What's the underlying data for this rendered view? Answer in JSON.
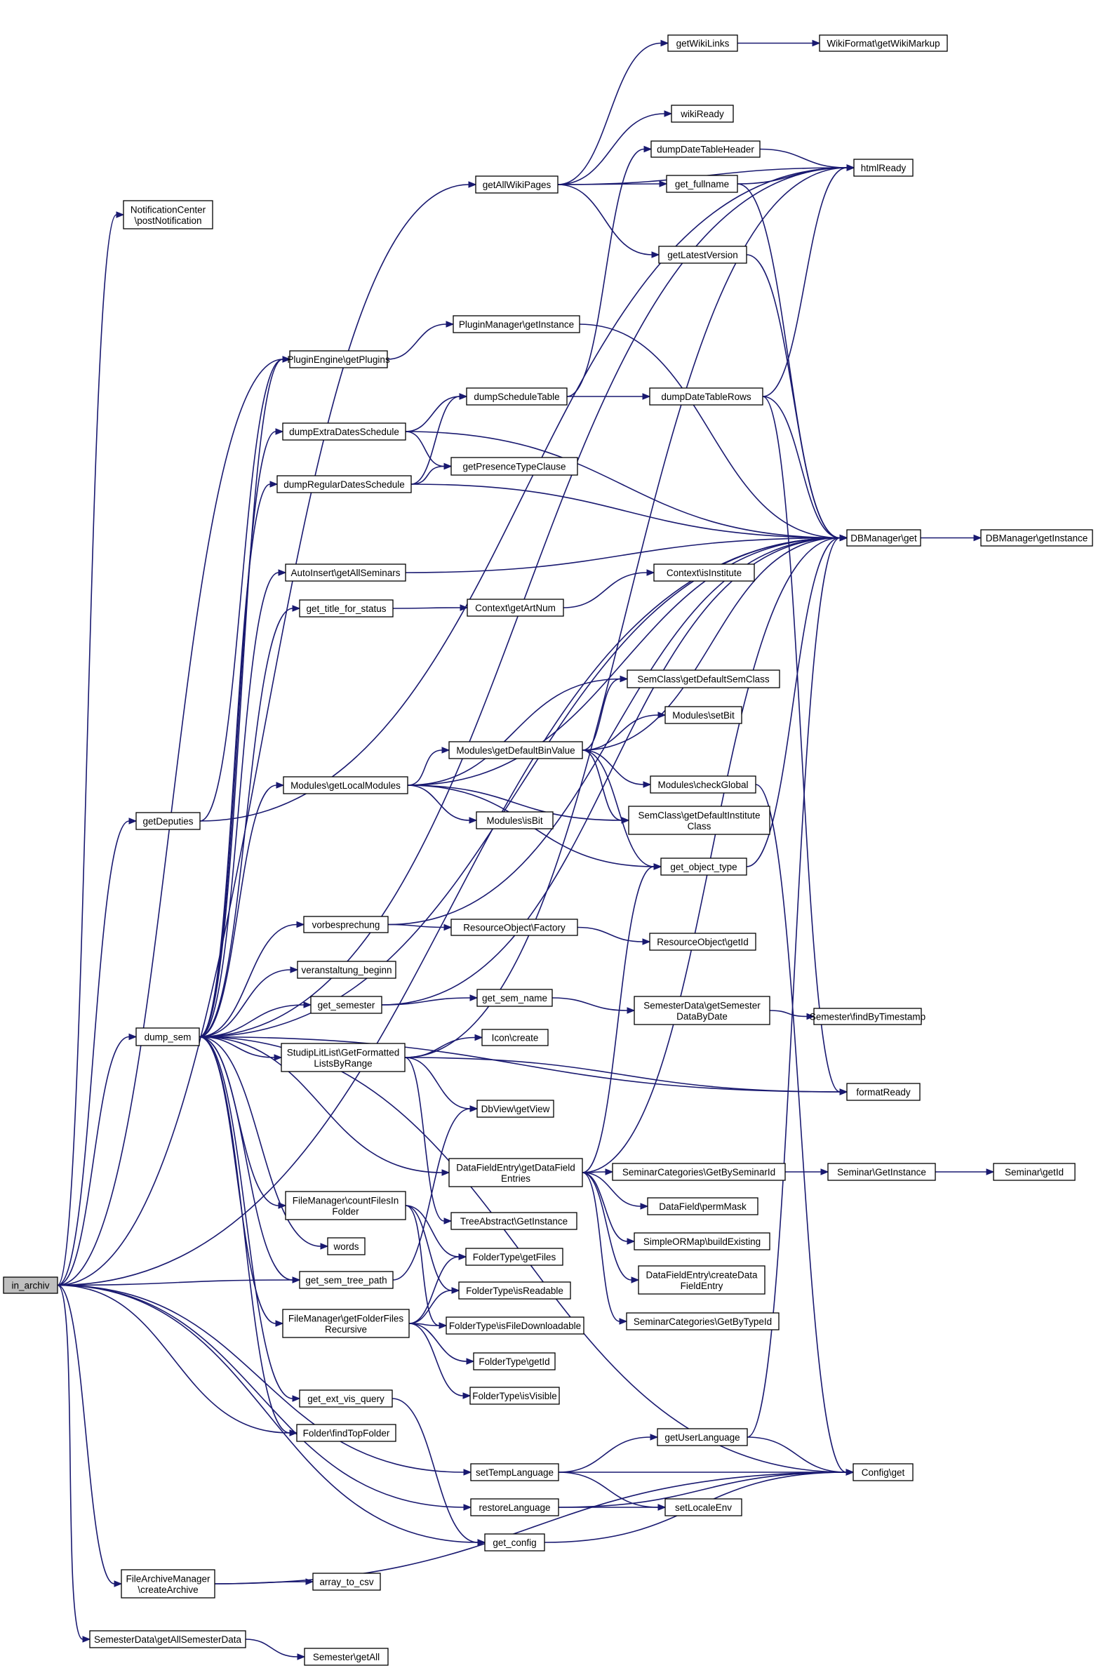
{
  "colors": {
    "edge": "#191970",
    "node_border": "#000000",
    "root_fill": "#bfbfbf",
    "background": "#ffffff"
  },
  "nodes": [
    {
      "id": "in_archiv",
      "label": "in_archiv",
      "root": true
    },
    {
      "id": "notificationcenter",
      "label": "NotificationCenter\n\\postNotification"
    },
    {
      "id": "getallwikipages",
      "label": "getAllWikiPages"
    },
    {
      "id": "getwikilinks",
      "label": "getWikiLinks"
    },
    {
      "id": "wikiformat",
      "label": "WikiFormat\\getWikiMarkup"
    },
    {
      "id": "wikiready",
      "label": "wikiReady"
    },
    {
      "id": "dumpdatetableheader",
      "label": "dumpDateTableHeader"
    },
    {
      "id": "htmlready",
      "label": "htmlReady"
    },
    {
      "id": "get_fullname",
      "label": "get_fullname"
    },
    {
      "id": "getlatestversion",
      "label": "getLatestVersion"
    },
    {
      "id": "pluginmanager",
      "label": "PluginManager\\getInstance"
    },
    {
      "id": "pluginengine",
      "label": "PluginEngine\\getPlugins"
    },
    {
      "id": "dumpscheduletable",
      "label": "dumpScheduleTable"
    },
    {
      "id": "dumpdatetablerows",
      "label": "dumpDateTableRows"
    },
    {
      "id": "dumpextradates",
      "label": "dumpExtraDatesSchedule"
    },
    {
      "id": "getpresencetype",
      "label": "getPresenceTypeClause"
    },
    {
      "id": "dumpregulardates",
      "label": "dumpRegularDatesSchedule"
    },
    {
      "id": "dbmanager_get",
      "label": "DBManager\\get"
    },
    {
      "id": "dbmanager_getinstance",
      "label": "DBManager\\getInstance"
    },
    {
      "id": "autoinsert",
      "label": "AutoInsert\\getAllSeminars"
    },
    {
      "id": "context_isinstitute",
      "label": "Context\\isInstitute"
    },
    {
      "id": "get_title_for_status",
      "label": "get_title_for_status"
    },
    {
      "id": "context_getartnum",
      "label": "Context\\getArtNum"
    },
    {
      "id": "semclass_getdefaultsemclass",
      "label": "SemClass\\getDefaultSemClass"
    },
    {
      "id": "modules_setbit",
      "label": "Modules\\setBit"
    },
    {
      "id": "modules_getdefaultbinvalue",
      "label": "Modules\\getDefaultBinValue"
    },
    {
      "id": "modules_getlocalmodules",
      "label": "Modules\\getLocalModules"
    },
    {
      "id": "modules_checkglobal",
      "label": "Modules\\checkGlobal"
    },
    {
      "id": "getdeputies",
      "label": "getDeputies"
    },
    {
      "id": "modules_isbit",
      "label": "Modules\\isBit"
    },
    {
      "id": "semclass_getdefaultinstitute",
      "label": "SemClass\\getDefaultInstitute\nClass"
    },
    {
      "id": "get_object_type",
      "label": "get_object_type"
    },
    {
      "id": "vorbesprechung",
      "label": "vorbesprechung"
    },
    {
      "id": "resourceobject_factory",
      "label": "ResourceObject\\Factory"
    },
    {
      "id": "resourceobject_getid",
      "label": "ResourceObject\\getId"
    },
    {
      "id": "veranstaltung_beginn",
      "label": "veranstaltung_beginn"
    },
    {
      "id": "get_semester",
      "label": "get_semester"
    },
    {
      "id": "get_sem_name",
      "label": "get_sem_name"
    },
    {
      "id": "semesterdata_getsemester",
      "label": "SemesterData\\getSemester\nDataByDate"
    },
    {
      "id": "semester_findbytimestamp",
      "label": "Semester\\findByTimestamp"
    },
    {
      "id": "dump_sem",
      "label": "dump_sem"
    },
    {
      "id": "icon_create",
      "label": "Icon\\create"
    },
    {
      "id": "studiplitlist",
      "label": "StudipLitList\\GetFormatted\nListsByRange"
    },
    {
      "id": "formatready",
      "label": "formatReady"
    },
    {
      "id": "dbview_getview",
      "label": "DbView\\getView"
    },
    {
      "id": "datafieldentry_getdatafield",
      "label": "DataFieldEntry\\getDataField\nEntries"
    },
    {
      "id": "seminarcategories_getbyseminarid",
      "label": "SeminarCategories\\GetBySeminarId"
    },
    {
      "id": "seminar_getinstance",
      "label": "Seminar\\GetInstance"
    },
    {
      "id": "seminar_getid",
      "label": "Seminar\\getId"
    },
    {
      "id": "filemanager_countfiles",
      "label": "FileManager\\countFilesIn\nFolder"
    },
    {
      "id": "datafield_permmask",
      "label": "DataField\\permMask"
    },
    {
      "id": "treeabstract_getinstance",
      "label": "TreeAbstract\\GetInstance"
    },
    {
      "id": "simpleormap_buildexisting",
      "label": "SimpleORMap\\buildExisting"
    },
    {
      "id": "words",
      "label": "words"
    },
    {
      "id": "foldertype_getfiles",
      "label": "FolderType\\getFiles"
    },
    {
      "id": "datafieldentry_createdatafield",
      "label": "DataFieldEntry\\createData\nFieldEntry"
    },
    {
      "id": "get_sem_tree_path",
      "label": "get_sem_tree_path"
    },
    {
      "id": "foldertype_isreadable",
      "label": "FolderType\\isReadable"
    },
    {
      "id": "seminarcategories_getbytypeid",
      "label": "SeminarCategories\\GetByTypeId"
    },
    {
      "id": "filemanager_getfolderfiles",
      "label": "FileManager\\getFolderFiles\nRecursive"
    },
    {
      "id": "foldertype_isfiledownloadable",
      "label": "FolderType\\isFileDownloadable"
    },
    {
      "id": "foldertype_getid",
      "label": "FolderType\\getId"
    },
    {
      "id": "foldertype_isvisible",
      "label": "FolderType\\isVisible"
    },
    {
      "id": "get_ext_vis_query",
      "label": "get_ext_vis_query"
    },
    {
      "id": "folder_findtopfolder",
      "label": "Folder\\findTopFolder"
    },
    {
      "id": "getuserlanguage",
      "label": "getUserLanguage"
    },
    {
      "id": "settemplanguage",
      "label": "setTempLanguage"
    },
    {
      "id": "config_get",
      "label": "Config\\get"
    },
    {
      "id": "restorelanguage",
      "label": "restoreLanguage"
    },
    {
      "id": "setlocaleenv",
      "label": "setLocaleEnv"
    },
    {
      "id": "get_config",
      "label": "get_config"
    },
    {
      "id": "filearchivemanager",
      "label": "FileArchiveManager\n\\createArchive"
    },
    {
      "id": "array_to_csv",
      "label": "array_to_csv"
    },
    {
      "id": "semesterdata_getall",
      "label": "SemesterData\\getAllSemesterData"
    },
    {
      "id": "semester_getall",
      "label": "Semester\\getAll"
    }
  ],
  "edges": [
    [
      "in_archiv",
      "notificationcenter"
    ],
    [
      "in_archiv",
      "getallwikipages"
    ],
    [
      "in_archiv",
      "dbmanager_get"
    ],
    [
      "in_archiv",
      "pluginengine"
    ],
    [
      "in_archiv",
      "getdeputies"
    ],
    [
      "in_archiv",
      "dump_sem"
    ],
    [
      "in_archiv",
      "get_sem_tree_path"
    ],
    [
      "in_archiv",
      "folder_findtopfolder"
    ],
    [
      "in_archiv",
      "settemplanguage"
    ],
    [
      "in_archiv",
      "restorelanguage"
    ],
    [
      "in_archiv",
      "get_config"
    ],
    [
      "in_archiv",
      "filearchivemanager"
    ],
    [
      "in_archiv",
      "semesterdata_getall"
    ],
    [
      "getallwikipages",
      "getwikilinks"
    ],
    [
      "getallwikipages",
      "htmlready"
    ],
    [
      "getallwikipages",
      "wikiready"
    ],
    [
      "getallwikipages",
      "get_fullname"
    ],
    [
      "getallwikipages",
      "getlatestversion"
    ],
    [
      "getwikilinks",
      "wikiformat"
    ],
    [
      "dumpdatetableheader",
      "htmlready"
    ],
    [
      "get_fullname",
      "htmlready"
    ],
    [
      "get_fullname",
      "dbmanager_get"
    ],
    [
      "getlatestversion",
      "dbmanager_get"
    ],
    [
      "pluginengine",
      "pluginmanager"
    ],
    [
      "pluginmanager",
      "dbmanager_get"
    ],
    [
      "dumpscheduletable",
      "dumpdatetablerows"
    ],
    [
      "dumpscheduletable",
      "dumpdatetableheader"
    ],
    [
      "dumpdatetablerows",
      "htmlready"
    ],
    [
      "dumpdatetablerows",
      "dbmanager_get"
    ],
    [
      "dumpdatetablerows",
      "formatready"
    ],
    [
      "dumpextradates",
      "dumpscheduletable"
    ],
    [
      "dumpextradates",
      "getpresencetype"
    ],
    [
      "dumpextradates",
      "dbmanager_get"
    ],
    [
      "dumpregulardates",
      "dumpscheduletable"
    ],
    [
      "dumpregulardates",
      "getpresencetype"
    ],
    [
      "dumpregulardates",
      "dbmanager_get"
    ],
    [
      "dbmanager_get",
      "dbmanager_getinstance"
    ],
    [
      "autoinsert",
      "dbmanager_get"
    ],
    [
      "get_title_for_status",
      "context_getartnum"
    ],
    [
      "context_getartnum",
      "context_isinstitute"
    ],
    [
      "getdeputies",
      "pluginengine"
    ],
    [
      "getdeputies",
      "htmlready"
    ],
    [
      "modules_getlocalmodules",
      "dbmanager_get"
    ],
    [
      "modules_getlocalmodules",
      "semclass_getdefaultsemclass"
    ],
    [
      "modules_getlocalmodules",
      "modules_getdefaultbinvalue"
    ],
    [
      "modules_getlocalmodules",
      "modules_isbit"
    ],
    [
      "modules_getlocalmodules",
      "semclass_getdefaultinstitute"
    ],
    [
      "modules_getlocalmodules",
      "get_object_type"
    ],
    [
      "modules_getdefaultbinvalue",
      "semclass_getdefaultsemclass"
    ],
    [
      "modules_getdefaultbinvalue",
      "modules_setbit"
    ],
    [
      "modules_getdefaultbinvalue",
      "dbmanager_get"
    ],
    [
      "modules_getdefaultbinvalue",
      "modules_checkglobal"
    ],
    [
      "modules_getdefaultbinvalue",
      "semclass_getdefaultinstitute"
    ],
    [
      "modules_getdefaultbinvalue",
      "get_object_type"
    ],
    [
      "modules_checkglobal",
      "config_get"
    ],
    [
      "get_object_type",
      "dbmanager_get"
    ],
    [
      "vorbesprechung",
      "resourceobject_factory"
    ],
    [
      "vorbesprechung",
      "dbmanager_get"
    ],
    [
      "resourceobject_factory",
      "resourceobject_getid"
    ],
    [
      "get_semester",
      "get_sem_name"
    ],
    [
      "get_semester",
      "dbmanager_get"
    ],
    [
      "get_sem_name",
      "semesterdata_getsemester"
    ],
    [
      "semesterdata_getsemester",
      "semester_findbytimestamp"
    ],
    [
      "dump_sem",
      "pluginengine"
    ],
    [
      "dump_sem",
      "dumpextradates"
    ],
    [
      "dump_sem",
      "dumpregulardates"
    ],
    [
      "dump_sem",
      "autoinsert"
    ],
    [
      "dump_sem",
      "get_title_for_status"
    ],
    [
      "dump_sem",
      "dbmanager_get"
    ],
    [
      "dump_sem",
      "modules_getlocalmodules"
    ],
    [
      "dump_sem",
      "vorbesprechung"
    ],
    [
      "dump_sem",
      "veranstaltung_beginn"
    ],
    [
      "dump_sem",
      "get_semester"
    ],
    [
      "dump_sem",
      "studiplitlist"
    ],
    [
      "dump_sem",
      "formatready"
    ],
    [
      "dump_sem",
      "datafieldentry_getdatafield"
    ],
    [
      "dump_sem",
      "filemanager_countfiles"
    ],
    [
      "dump_sem",
      "words"
    ],
    [
      "dump_sem",
      "get_sem_tree_path"
    ],
    [
      "dump_sem",
      "filemanager_getfolderfiles"
    ],
    [
      "dump_sem",
      "get_ext_vis_query"
    ],
    [
      "dump_sem",
      "folder_findtopfolder"
    ],
    [
      "dump_sem",
      "config_get"
    ],
    [
      "dump_sem",
      "htmlready"
    ],
    [
      "studiplitlist",
      "icon_create"
    ],
    [
      "studiplitlist",
      "dbview_getview"
    ],
    [
      "studiplitlist",
      "formatready"
    ],
    [
      "studiplitlist",
      "treeabstract_getinstance"
    ],
    [
      "studiplitlist",
      "htmlready"
    ],
    [
      "datafieldentry_getdatafield",
      "seminarcategories_getbyseminarid"
    ],
    [
      "datafieldentry_getdatafield",
      "datafield_permmask"
    ],
    [
      "datafieldentry_getdatafield",
      "simpleormap_buildexisting"
    ],
    [
      "datafieldentry_getdatafield",
      "datafieldentry_createdatafield"
    ],
    [
      "datafieldentry_getdatafield",
      "seminarcategories_getbytypeid"
    ],
    [
      "datafieldentry_getdatafield",
      "get_object_type"
    ],
    [
      "datafieldentry_getdatafield",
      "dbmanager_get"
    ],
    [
      "seminarcategories_getbyseminarid",
      "seminar_getinstance"
    ],
    [
      "seminar_getinstance",
      "seminar_getid"
    ],
    [
      "filemanager_countfiles",
      "foldertype_getfiles"
    ],
    [
      "filemanager_countfiles",
      "foldertype_isreadable"
    ],
    [
      "filemanager_countfiles",
      "foldertype_isfiledownloadable"
    ],
    [
      "get_sem_tree_path",
      "dbview_getview"
    ],
    [
      "filemanager_getfolderfiles",
      "foldertype_getfiles"
    ],
    [
      "filemanager_getfolderfiles",
      "foldertype_isreadable"
    ],
    [
      "filemanager_getfolderfiles",
      "foldertype_isfiledownloadable"
    ],
    [
      "filemanager_getfolderfiles",
      "foldertype_getid"
    ],
    [
      "filemanager_getfolderfiles",
      "foldertype_isvisible"
    ],
    [
      "get_ext_vis_query",
      "get_config"
    ],
    [
      "settemplanguage",
      "getuserlanguage"
    ],
    [
      "settemplanguage",
      "config_get"
    ],
    [
      "settemplanguage",
      "setlocaleenv"
    ],
    [
      "getuserlanguage",
      "config_get"
    ],
    [
      "getuserlanguage",
      "dbmanager_get"
    ],
    [
      "restorelanguage",
      "setlocaleenv"
    ],
    [
      "restorelanguage",
      "config_get"
    ],
    [
      "get_config",
      "config_get"
    ],
    [
      "filearchivemanager",
      "array_to_csv"
    ],
    [
      "filearchivemanager",
      "config_get"
    ],
    [
      "semesterdata_getall",
      "semester_getall"
    ]
  ]
}
